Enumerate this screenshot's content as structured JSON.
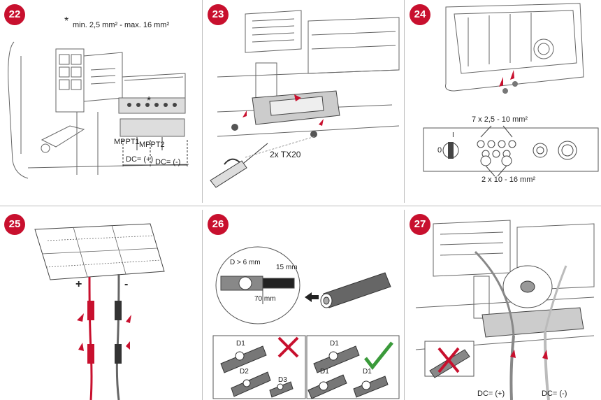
{
  "steps": [
    {
      "number": "22",
      "note_symbol": "*",
      "note": "min. 2,5 mm² - max. 16 mm²",
      "labels": [
        "MPPT1",
        "MPPT2",
        "DC= (+)",
        "DC= (-)"
      ]
    },
    {
      "number": "23",
      "tool": "2x TX20"
    },
    {
      "number": "24",
      "top_spec": "7 x 2,5 - 10 mm²",
      "bottom_spec": "2 x 10 - 16 mm²",
      "switch_off": "0",
      "switch_on": "I"
    },
    {
      "number": "25",
      "plus": "+",
      "minus": "-"
    },
    {
      "number": "26",
      "strip_d": "D > 6 mm",
      "strip_15": "15 mm",
      "strip_70": "70 mm",
      "wrong_labels": [
        "D1",
        "D2",
        "D3"
      ],
      "right_labels": [
        "D1",
        "D1",
        "D1"
      ]
    },
    {
      "number": "27",
      "dc_plus": "DC= (+)",
      "dc_minus": "DC= (-)"
    }
  ],
  "colors": {
    "accent": "#c8102e",
    "check": "#3a9a3a",
    "line": "#333333",
    "gray": "#888888"
  }
}
